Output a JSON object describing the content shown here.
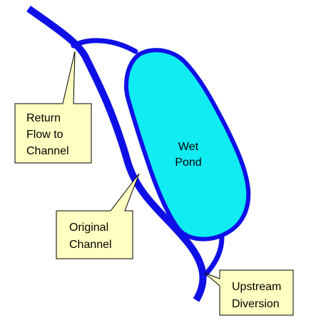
{
  "colors": {
    "channel": "#1010e6",
    "pond_fill": "#10ecf2",
    "pond_outline": "#1010e6",
    "callout_fill": "#ffffc2",
    "callout_outline": "#000000"
  },
  "pond": {
    "label_line1": "Wet",
    "label_line2": "Pond"
  },
  "callouts": {
    "return_flow": {
      "line1": "Return",
      "line2": "Flow to",
      "line3": "Channel"
    },
    "original_channel": {
      "line1": "Original",
      "line2": "Channel"
    },
    "upstream_diversion": {
      "line1": "Upstream",
      "line2": "Diversion"
    }
  }
}
